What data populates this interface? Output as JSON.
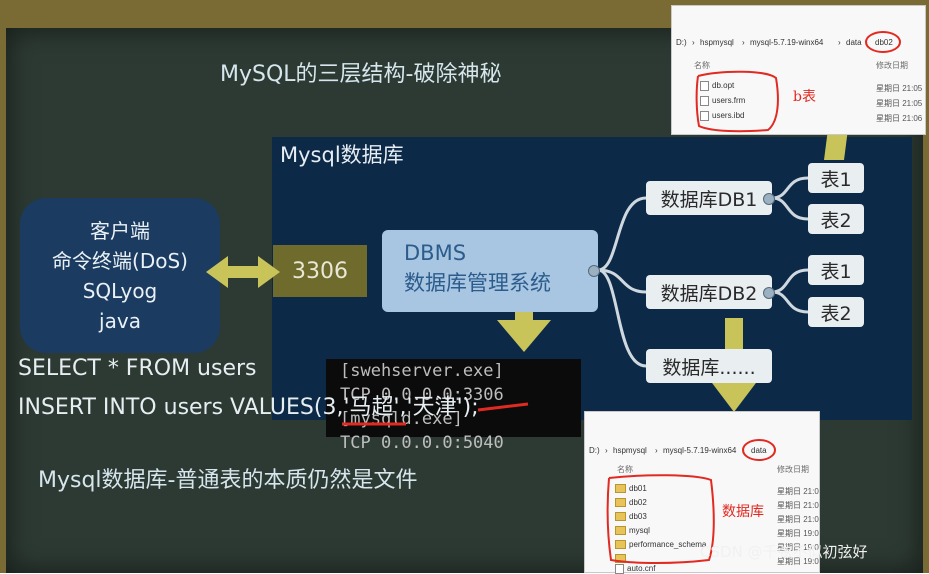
{
  "title": "MySQL的三层结构-破除神秘",
  "panel_title": "Mysql数据库",
  "client": {
    "lines": [
      "客户端",
      "命令终端(DoS)",
      "SQLyog",
      "java"
    ]
  },
  "port": "3306",
  "dbms": {
    "line1": "DBMS",
    "line2": "数据库管理系统"
  },
  "databases": [
    {
      "label": "数据库DB1",
      "tables": [
        "表1",
        "表2"
      ]
    },
    {
      "label": "数据库DB2",
      "tables": [
        "表1",
        "表2"
      ]
    },
    {
      "label": "数据库......",
      "tables": []
    }
  ],
  "sql": {
    "line1": "SELECT * FROM users",
    "line2": "INSERT INTO users VALUES(3,'马超','天津');"
  },
  "terminal": {
    "lines": [
      "[swehserver.exe]",
      "TCP     0.0.0.0:3306",
      "[mysqld.exe]",
      "TCP     0.0.0.0:5040"
    ]
  },
  "subtitle": "Mysql数据库-普通表的本质仍然是文件",
  "explorer_top": {
    "breadcrumb": [
      "D:)",
      "hspmysql",
      "mysql-5.7.19-winx64",
      "data",
      "db02"
    ],
    "header_name": "名称",
    "header_date": "修改日期",
    "files": [
      {
        "name": "db.opt",
        "date": "星期日 21:05"
      },
      {
        "name": "users.frm",
        "date": "星期日 21:05"
      },
      {
        "name": "users.ibd",
        "date": "星期日 21:06"
      }
    ],
    "note": "b表"
  },
  "explorer_bottom": {
    "breadcrumb": [
      "D:)",
      "hspmysql",
      "mysql-5.7.19-winx64",
      "data"
    ],
    "header_name": "名称",
    "header_date": "修改日期",
    "folders": [
      {
        "name": "db01",
        "date": "星期日 21:0"
      },
      {
        "name": "db02",
        "date": "星期日 21:0"
      },
      {
        "name": "db03",
        "date": "星期日 21:0"
      },
      {
        "name": "mysql",
        "date": "星期日 19:0"
      },
      {
        "name": "performance_schema",
        "date": "星期日 19:0"
      },
      {
        "name": "",
        "date": "星期日 19:0"
      },
      {
        "name": "auto.cnf",
        "date": "星期日 19:0"
      }
    ],
    "note": "数据库"
  },
  "watermark": "CSDN @千弦不似初弦好",
  "colors": {
    "board": "#2d3a33",
    "frame": "#7a6a33",
    "panel": "#0c2948",
    "arrow": "#c8c45a",
    "annotation": "#e02a22"
  }
}
